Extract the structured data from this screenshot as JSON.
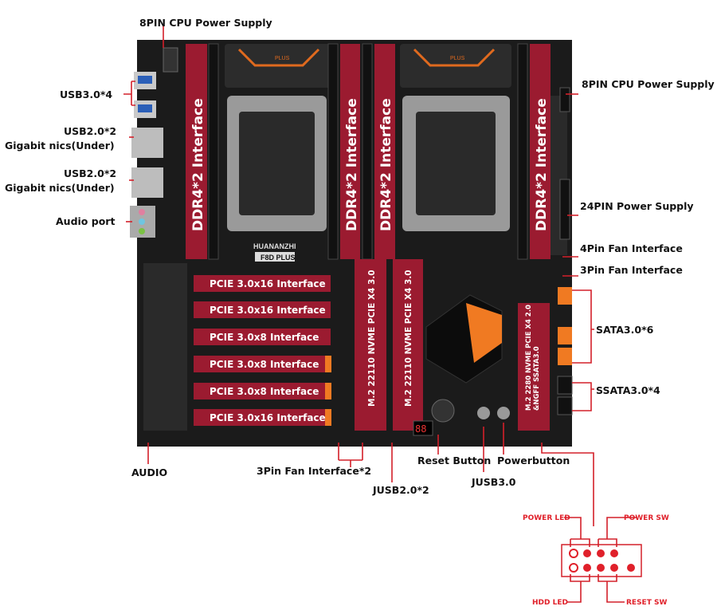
{
  "board": {
    "brand": "HUANANZHI",
    "model": "F8D PLUS",
    "heatsink_label": "PLUS"
  },
  "labels": {
    "cpu_power_left": "8PIN CPU Power Supply",
    "usb30": "USB3.0*4",
    "usb20_a": "USB2.0*2",
    "nics_a": "Gigabit nics(Under)",
    "usb20_b": "USB2.0*2",
    "nics_b": "Gigabit nics(Under)",
    "audio_port": "Audio port",
    "cpu_power_right": "8PIN CPU Power Supply",
    "power_24pin": "24PIN Power Supply",
    "fan_4pin": "4Pin Fan Interface",
    "fan_3pin": "3Pin Fan Interface",
    "sata": "SATA3.0*6",
    "ssata": "SSATA3.0*4",
    "audio": "AUDIO",
    "fan_3pin_x2": "3Pin  Fan Interface*2",
    "jusb20": "JUSB2.0*2",
    "reset_button": "Reset Button",
    "power_button": "Powerbutton",
    "jusb30": "JUSB3.0"
  },
  "slots": {
    "ddr": "DDR4*2 Interface",
    "pcie": [
      "PCIE 3.0x16 Interface",
      "PCIE 3.0x16 Interface",
      "PCIE 3.0x8 Interface",
      "PCIE 3.0x8 Interface",
      "PCIE 3.0x8 Interface",
      "PCIE 3.0x16 Interface"
    ],
    "m2_a": "M.2 22110 NVME PCIE X4 3.0",
    "m2_b": "M.2 22110 NVME PCIE X4 3.0",
    "m2_c_line1": "M.2 2280 NVME PCIE X4 2.0",
    "m2_c_line2": "&NGFF SSATA3.0"
  },
  "front_panel": {
    "power_led": "POWER LED",
    "power_sw": "POWER SW",
    "hdd_led": "HDD LED",
    "reset_sw": "RESET SW"
  },
  "debug_display": "88",
  "colors": {
    "slot_red": "#9b1b30",
    "accent_orange": "#f07a22",
    "line_red": "#d4202a",
    "board": "#1b1b1b"
  }
}
